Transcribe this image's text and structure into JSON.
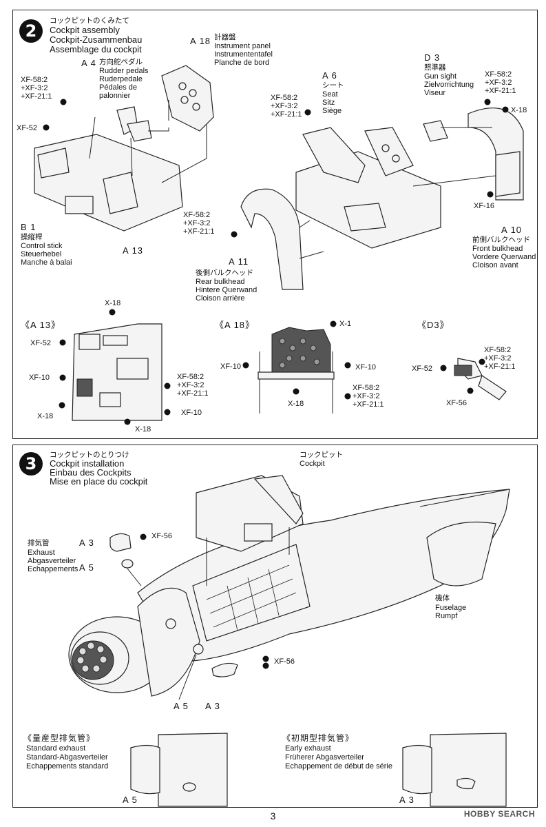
{
  "step2": {
    "number": "2",
    "title_jp": "コックピットのくみたて",
    "title_en": "Cockpit assembly",
    "title_de": "Cockpit-Zusammenbau",
    "title_fr": "Assemblage du cockpit",
    "parts": {
      "a18": {
        "code": "A 18",
        "jp": "計器盤",
        "en": "Instrument panel",
        "de": "Instrumententafel",
        "fr": "Planche de bord"
      },
      "a4": {
        "code": "A 4",
        "jp": "方向舵ペダル",
        "en": "Rudder pedals",
        "de": "Ruderpedale",
        "fr": "Pédales de",
        "fr2": "palonnier"
      },
      "a6": {
        "code": "A 6",
        "jp": "シート",
        "en": "Seat",
        "de": "Sitz",
        "fr": "Siège"
      },
      "d3": {
        "code": "D 3",
        "jp": "照準器",
        "en": "Gun sight",
        "de": "Zielvorrichtung",
        "fr": "Viseur"
      },
      "b1": {
        "code": "B 1",
        "jp": "操縦桿",
        "en": "Control stick",
        "de": "Steuerhebel",
        "fr": "Manche à balai"
      },
      "a13": {
        "code": "A 13"
      },
      "a11": {
        "code": "A 11",
        "jp": "後側バルクヘッド",
        "en": "Rear bulkhead",
        "de": "Hintere Querwand",
        "fr": "Cloison arrière"
      },
      "a10": {
        "code": "A 10",
        "jp": "前側バルクヘッド",
        "en": "Front bulkhead",
        "de": "Vordere Querwand",
        "fr": "Cloison avant"
      }
    },
    "paints": {
      "mix_a": "XF-58:2\n+XF-3:2\n+XF-21:1",
      "xf52": "XF-52",
      "xf18": "X-18",
      "xf16": "XF-16",
      "xf10": "XF-10",
      "x1": "X-1",
      "xf56": "XF-56"
    },
    "details": {
      "a13": "《A 13》",
      "a18": "《A 18》",
      "d3": "《D3》"
    }
  },
  "step3": {
    "number": "3",
    "title_jp": "コックピットのとりつけ",
    "title_en": "Cockpit installation",
    "title_de": "Einbau des Cockpits",
    "title_fr": "Mise en place du cockpit",
    "cockpit_jp": "コックピット",
    "cockpit_en": "Cockpit",
    "exhaust_jp": "排気管",
    "exhaust_en": "Exhaust",
    "exhaust_de": "Abgasverteiler",
    "exhaust_fr": "Echappements",
    "fuselage_jp": "機体",
    "fuselage_en": "Fuselage",
    "fuselage_de": "Rumpf",
    "a3": "A 3",
    "a5": "A 5",
    "paint": "XF-56",
    "standard_jp": "《量産型排気管》",
    "standard_en": "Standard exhaust",
    "standard_de": "Standard-Abgasverteiler",
    "standard_fr": "Echappements standard",
    "early_jp": "《初期型排気管》",
    "early_en": "Early exhaust",
    "early_de": "Früherer Abgasverteiler",
    "early_fr": "Echappement de début de série"
  },
  "page_number": "3",
  "watermark": "HOBBY SEARCH"
}
